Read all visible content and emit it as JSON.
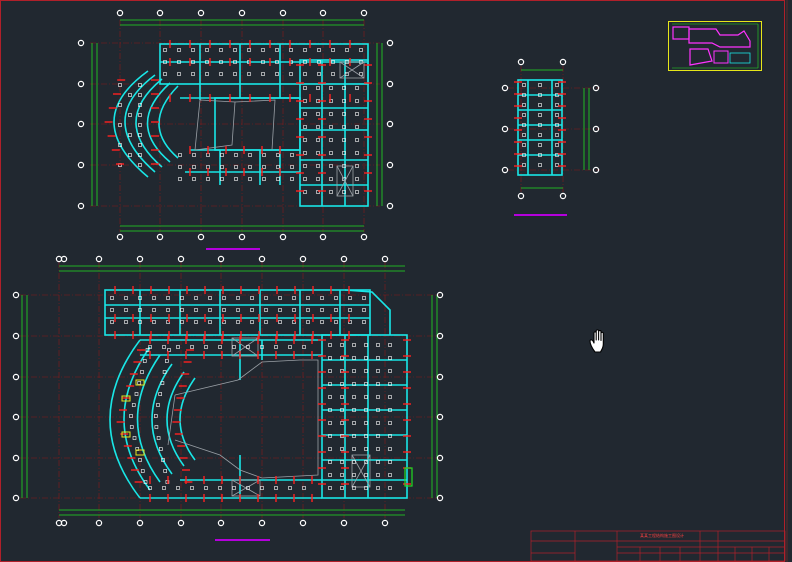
{
  "app": {
    "tool": "pan",
    "cursor_icon": "hand-pan-icon"
  },
  "title_block": {
    "project_title": "某某工程结构施工图设计"
  },
  "colors": {
    "background": "#212830",
    "frame": "#b0202a",
    "beam": "#19e6e6",
    "column_marker": "#ff2020",
    "axis_line": "#8a1a1a",
    "dimension_line": "#22dd22",
    "grid_bubble": "#ffffff",
    "title_underline": "#b400dc",
    "highlight": "#e6e619",
    "minimap_outline": "#ff33ff"
  },
  "views": [
    {
      "id": "plan-upper-left",
      "title_label": ""
    },
    {
      "id": "plan-small-right",
      "title_label": ""
    },
    {
      "id": "plan-lower-large",
      "title_label": ""
    }
  ]
}
